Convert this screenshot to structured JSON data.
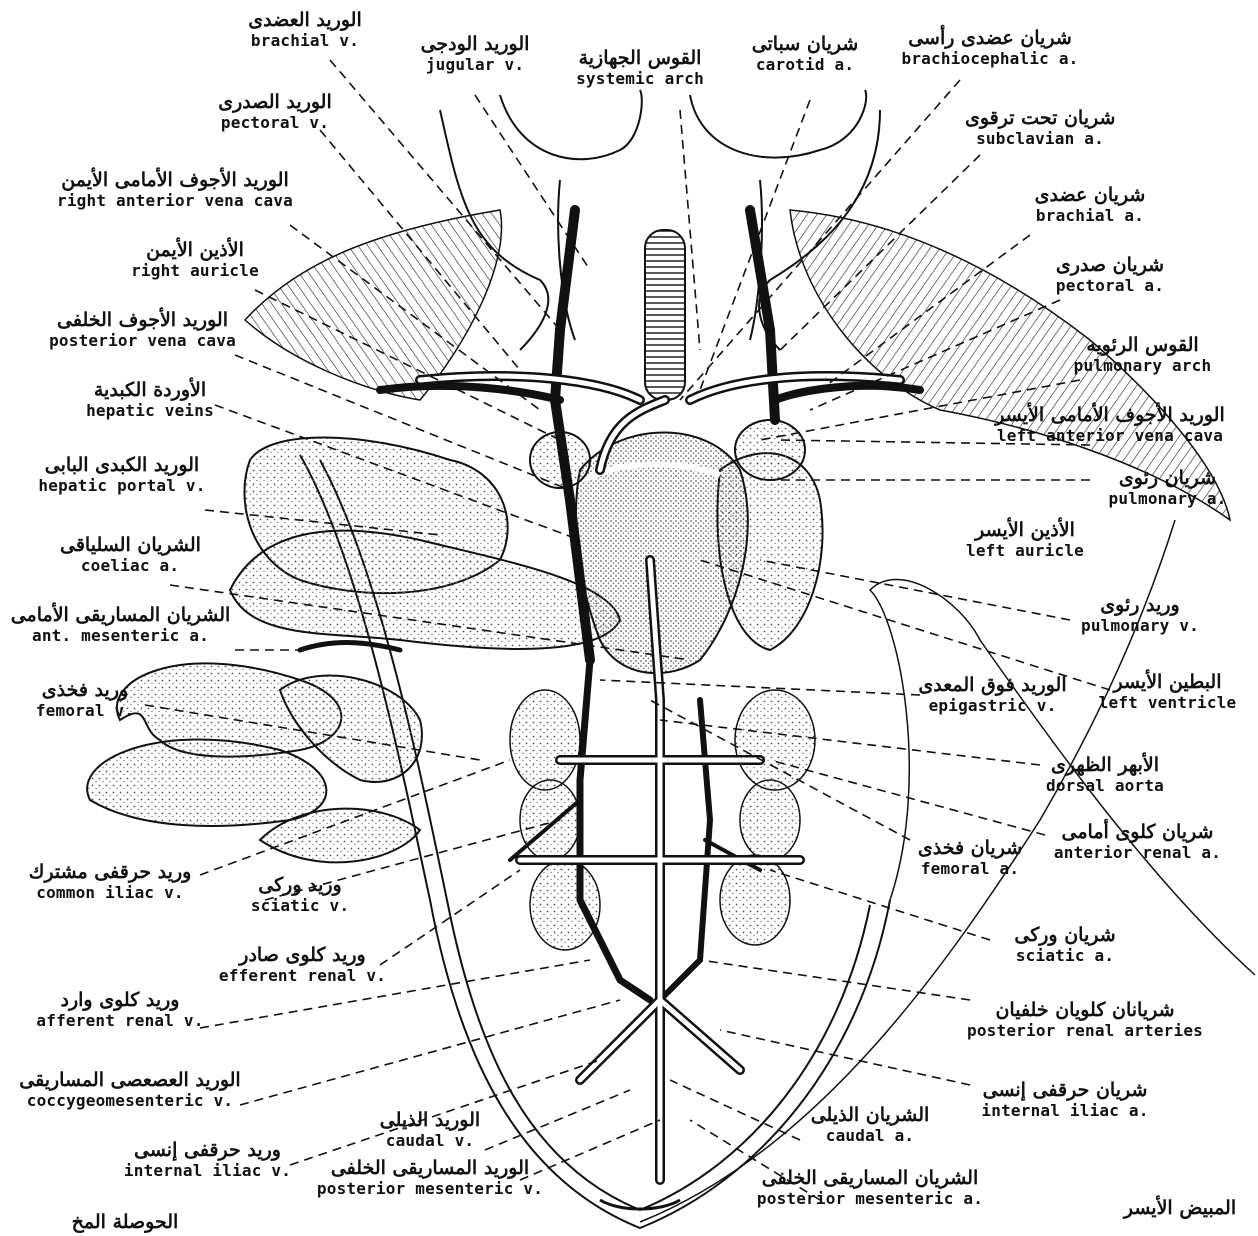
{
  "labels": {
    "brachial_v": {
      "ar": "الوريد العضدى",
      "en": "brachial v."
    },
    "jugular_v": {
      "ar": "الوريد الودجى",
      "en": "jugular v."
    },
    "systemic_arch": {
      "ar": "القوس الجهازية",
      "en": "systemic arch"
    },
    "carotid_a": {
      "ar": "شريان سباتى",
      "en": "carotid a."
    },
    "brachiocephalic_a": {
      "ar": "شريان عضدى رأسى",
      "en": "brachiocephalic a."
    },
    "pectoral_v": {
      "ar": "الوريد الصدرى",
      "en": "pectoral v."
    },
    "subclavian_a": {
      "ar": "شريان تحت ترقوى",
      "en": "subclavian a."
    },
    "right_anterior_vena_cava": {
      "ar": "الوريد الأجوف الأمامى الأيمن",
      "en": "right anterior vena cava"
    },
    "brachial_a": {
      "ar": "شريان عضدى",
      "en": "brachial a."
    },
    "right_auricle": {
      "ar": "الأذين الأيمن",
      "en": "right auricle"
    },
    "pectoral_a": {
      "ar": "شريان صدرى",
      "en": "pectoral a."
    },
    "posterior_vena_cava": {
      "ar": "الوريد الأجوف الخلفى",
      "en": "posterior vena cava"
    },
    "pulmonary_arch": {
      "ar": "القوس الرئويه",
      "en": "pulmonary arch"
    },
    "hepatic_veins": {
      "ar": "الأوردة الكبدية",
      "en": "hepatic veins"
    },
    "left_anterior_vena_cava": {
      "ar": "الوريد الأجوف الأمامى الأيسر",
      "en": "left anterior vena cava"
    },
    "hepatic_portal_v": {
      "ar": "الوريد الكبدى البابى",
      "en": "hepatic portal v."
    },
    "pulmonary_a": {
      "ar": "شريان رئوى",
      "en": "pulmonary a."
    },
    "left_auricle": {
      "ar": "الأذين الأيسر",
      "en": "left auricle"
    },
    "coeliac_a": {
      "ar": "الشريان السلياقى",
      "en": "coeliac a."
    },
    "pulmonary_v": {
      "ar": "وريد رئوى",
      "en": "pulmonary v."
    },
    "ant_mesenteric_a": {
      "ar": "الشريان المساريقى الأمامى",
      "en": "ant. mesenteric a."
    },
    "femoral_v": {
      "ar": "وريد فخذى",
      "en": "femoral v."
    },
    "epigastric_v": {
      "ar": "الوريد فوق المعدى",
      "en": "epigastric v."
    },
    "left_ventricle": {
      "ar": "البطين الأيسر",
      "en": "left ventricle"
    },
    "dorsal_aorta": {
      "ar": "الأبهر الظهرى",
      "en": "dorsal aorta"
    },
    "femoral_a": {
      "ar": "شريان فخذى",
      "en": "femoral a."
    },
    "anterior_renal_a": {
      "ar": "شريان كلوى أمامى",
      "en": "anterior renal a."
    },
    "common_iliac_v": {
      "ar": "وريد حرقفى مشترك",
      "en": "common iliac v."
    },
    "sciatic_v": {
      "ar": "وريد وركى",
      "en": "sciatic v."
    },
    "sciatic_a": {
      "ar": "شريان وركى",
      "en": "sciatic a."
    },
    "efferent_renal_v": {
      "ar": "وريد كلوى صادر",
      "en": "efferent renal v."
    },
    "afferent_renal_v": {
      "ar": "وريد كلوى وارد",
      "en": "afferent renal v."
    },
    "posterior_renal_arteries": {
      "ar": "شريانان كلويان خلفيان",
      "en": "posterior renal arteries"
    },
    "coccygeomesenteric_v": {
      "ar": "الوريد العصعصى المساريقى",
      "en": "coccygeomesenteric v."
    },
    "internal_iliac_a": {
      "ar": "شريان حرقفى إنسى",
      "en": "internal iliac a."
    },
    "caudal_v": {
      "ar": "الوريد الذيلى",
      "en": "caudal v."
    },
    "caudal_a": {
      "ar": "الشريان الذيلى",
      "en": "caudal a."
    },
    "internal_iliac_v": {
      "ar": "وريد حرقفى إنسى",
      "en": "internal iliac v."
    },
    "posterior_mesenteric_v": {
      "ar": "الوريد المساريقى الخلفى",
      "en": "posterior mesenteric v."
    },
    "posterior_mesenteric_a": {
      "ar": "الشريان المساريقى الخلفى",
      "en": "posterior mesenteric a."
    },
    "left_ovary": {
      "ar": "المبيض الأيسر"
    },
    "cut_off_bottom_left": {
      "ar": "الحوصلة المخ"
    }
  },
  "colors": {
    "ink": "#111111",
    "background": "#ffffff",
    "stipple": "#8a8a8a"
  }
}
